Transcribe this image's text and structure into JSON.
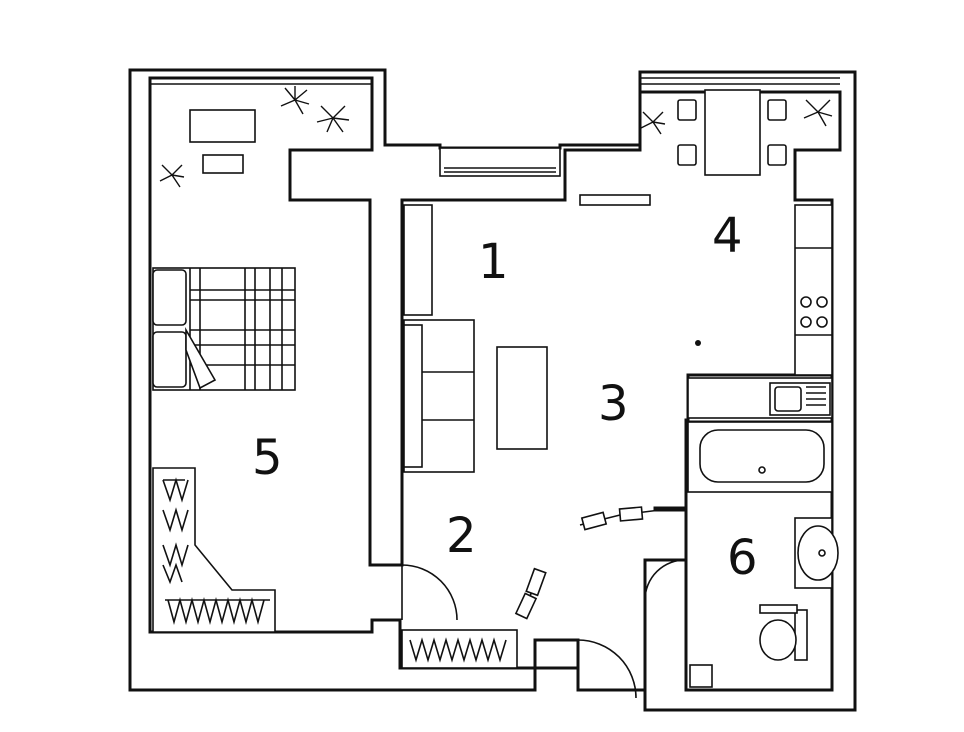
{
  "rooms": [
    {
      "id": "room-1",
      "number": "1"
    },
    {
      "id": "room-2",
      "number": "2"
    },
    {
      "id": "room-3",
      "number": "3"
    },
    {
      "id": "room-4",
      "number": "4"
    },
    {
      "id": "room-5",
      "number": "5"
    },
    {
      "id": "room-6",
      "number": "6"
    }
  ],
  "colors": {
    "line": "#111111",
    "background": "#ffffff"
  },
  "icons": [
    "plant-icon",
    "bed-icon",
    "sofa-icon",
    "table-icon",
    "chair-icon",
    "stove-icon",
    "sink-icon",
    "bathtub-icon",
    "toilet-icon",
    "washbasin-icon",
    "door-icon",
    "wardrobe-icon",
    "radiator-icon"
  ]
}
